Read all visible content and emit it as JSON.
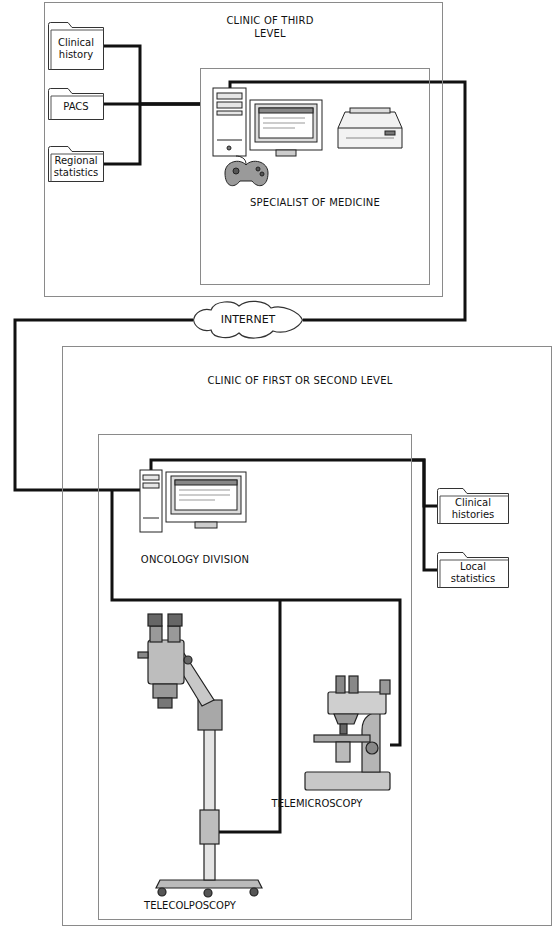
{
  "diagram": {
    "nodes": [
      {
        "text": [
          "CLINIC OF THIRD LEVEL"
        ]
      },
      {
        "text": [
          "Clinical history"
        ],
        "in": 0
      },
      {
        "text": [
          "PACS"
        ],
        "in": 0
      },
      {
        "text": [
          "Regional statistics"
        ],
        "in": 0
      },
      {
        "text": [
          "SPECIALIST OF MEDICINE"
        ],
        "in": 0
      },
      {
        "text": [
          "INTERNET"
        ]
      },
      {
        "text": [
          "CLINIC OF FIRST OR SECOND LEVEL"
        ]
      },
      {
        "text": [
          "ONCOLOGY DIVISION"
        ],
        "in": 6
      },
      {
        "text": [
          "Clinical histories"
        ],
        "in": 6
      },
      {
        "text": [
          "Local statistics"
        ],
        "in": 6
      }
    ],
    "edges": [
      {
        "from": 1,
        "to": 4,
        "arrow": "none"
      },
      {
        "from": 2,
        "to": 4,
        "arrow": "none"
      },
      {
        "from": 3,
        "to": 4,
        "arrow": "none"
      },
      {
        "from": 4,
        "to": 5,
        "arrow": "none"
      },
      {
        "from": 5,
        "to": 7,
        "arrow": "none"
      },
      {
        "from": 7,
        "to": 8,
        "arrow": "none"
      },
      {
        "from": 7,
        "to": 9,
        "arrow": "none"
      }
    ],
    "labels": [
      "TELECOLPOSCOPY",
      "TELEMICROSCOPY"
    ]
  }
}
